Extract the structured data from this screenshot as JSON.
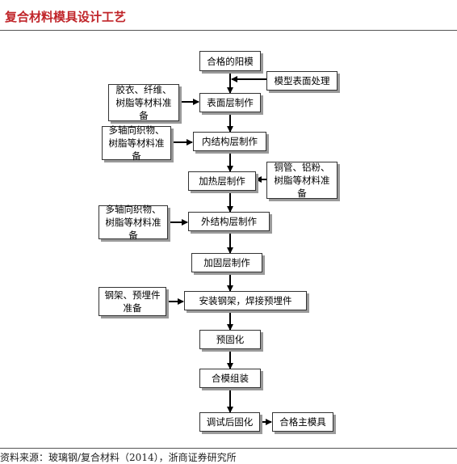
{
  "header": {
    "title": "复合材料模具设计工艺"
  },
  "flow": {
    "main": [
      "合格的阳模",
      "表面层制作",
      "内结构层制作",
      "加热层制作",
      "外结构层制作",
      "加固层制作",
      "安装钢架，焊接预埋件",
      "预固化",
      "合模组装",
      "调试后固化"
    ],
    "final": "合格主模具",
    "inputs": {
      "model_surface": "模型表面处理",
      "surface_materials": "胶衣、纤维、树脂等材料准备",
      "inner_materials": "多轴向织物、树脂等材料准备",
      "heating_materials": "铜管、铝粉、树脂等材料准备",
      "outer_materials": "多轴向织物、树脂等材料准备",
      "frame_materials": "钢架、预埋件准备"
    }
  },
  "footer": {
    "source": "资料来源：玻璃钢/复合材料（2014），浙商证券研究所"
  }
}
